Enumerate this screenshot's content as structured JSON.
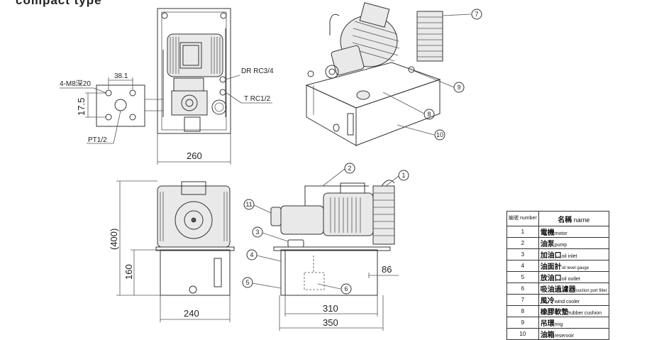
{
  "heading": "compact type",
  "top_view": {
    "dim_width": "260",
    "dim_38": "38.1",
    "dim_17": "17.5",
    "label_m8": "4-M8深20",
    "label_pt": "PT1/2",
    "label_dr": "DR RC3/4",
    "label_t": "T RC1/2"
  },
  "front_view": {
    "dim_total": "(400)",
    "dim_tank": "160",
    "dim_width": "240"
  },
  "side_view": {
    "dim_310": "310",
    "dim_350": "350",
    "dim_86": "86"
  },
  "callouts": [
    "1",
    "2",
    "3",
    "4",
    "5",
    "6",
    "7",
    "8",
    "9",
    "10",
    "11"
  ],
  "parts_table": {
    "header_number": "編號 number",
    "header_name_zh": "名稱",
    "header_name_en": "name",
    "rows": [
      {
        "no": "1",
        "zh": "電機",
        "en": "motor"
      },
      {
        "no": "2",
        "zh": "油泵",
        "en": "pump"
      },
      {
        "no": "3",
        "zh": "加油口",
        "en": "oil inlet"
      },
      {
        "no": "4",
        "zh": "油面計",
        "en": "oil level gauge"
      },
      {
        "no": "5",
        "zh": "放油口",
        "en": "oil outlet"
      },
      {
        "no": "6",
        "zh": "吸油過濾器",
        "en": "suction port filter"
      },
      {
        "no": "7",
        "zh": "風冷",
        "en": "wind cooler"
      },
      {
        "no": "8",
        "zh": "橡膠軟墊",
        "en": "rubber cushion"
      },
      {
        "no": "9",
        "zh": "吊環",
        "en": "ring"
      },
      {
        "no": "10",
        "zh": "油箱",
        "en": "reservoir"
      }
    ]
  }
}
